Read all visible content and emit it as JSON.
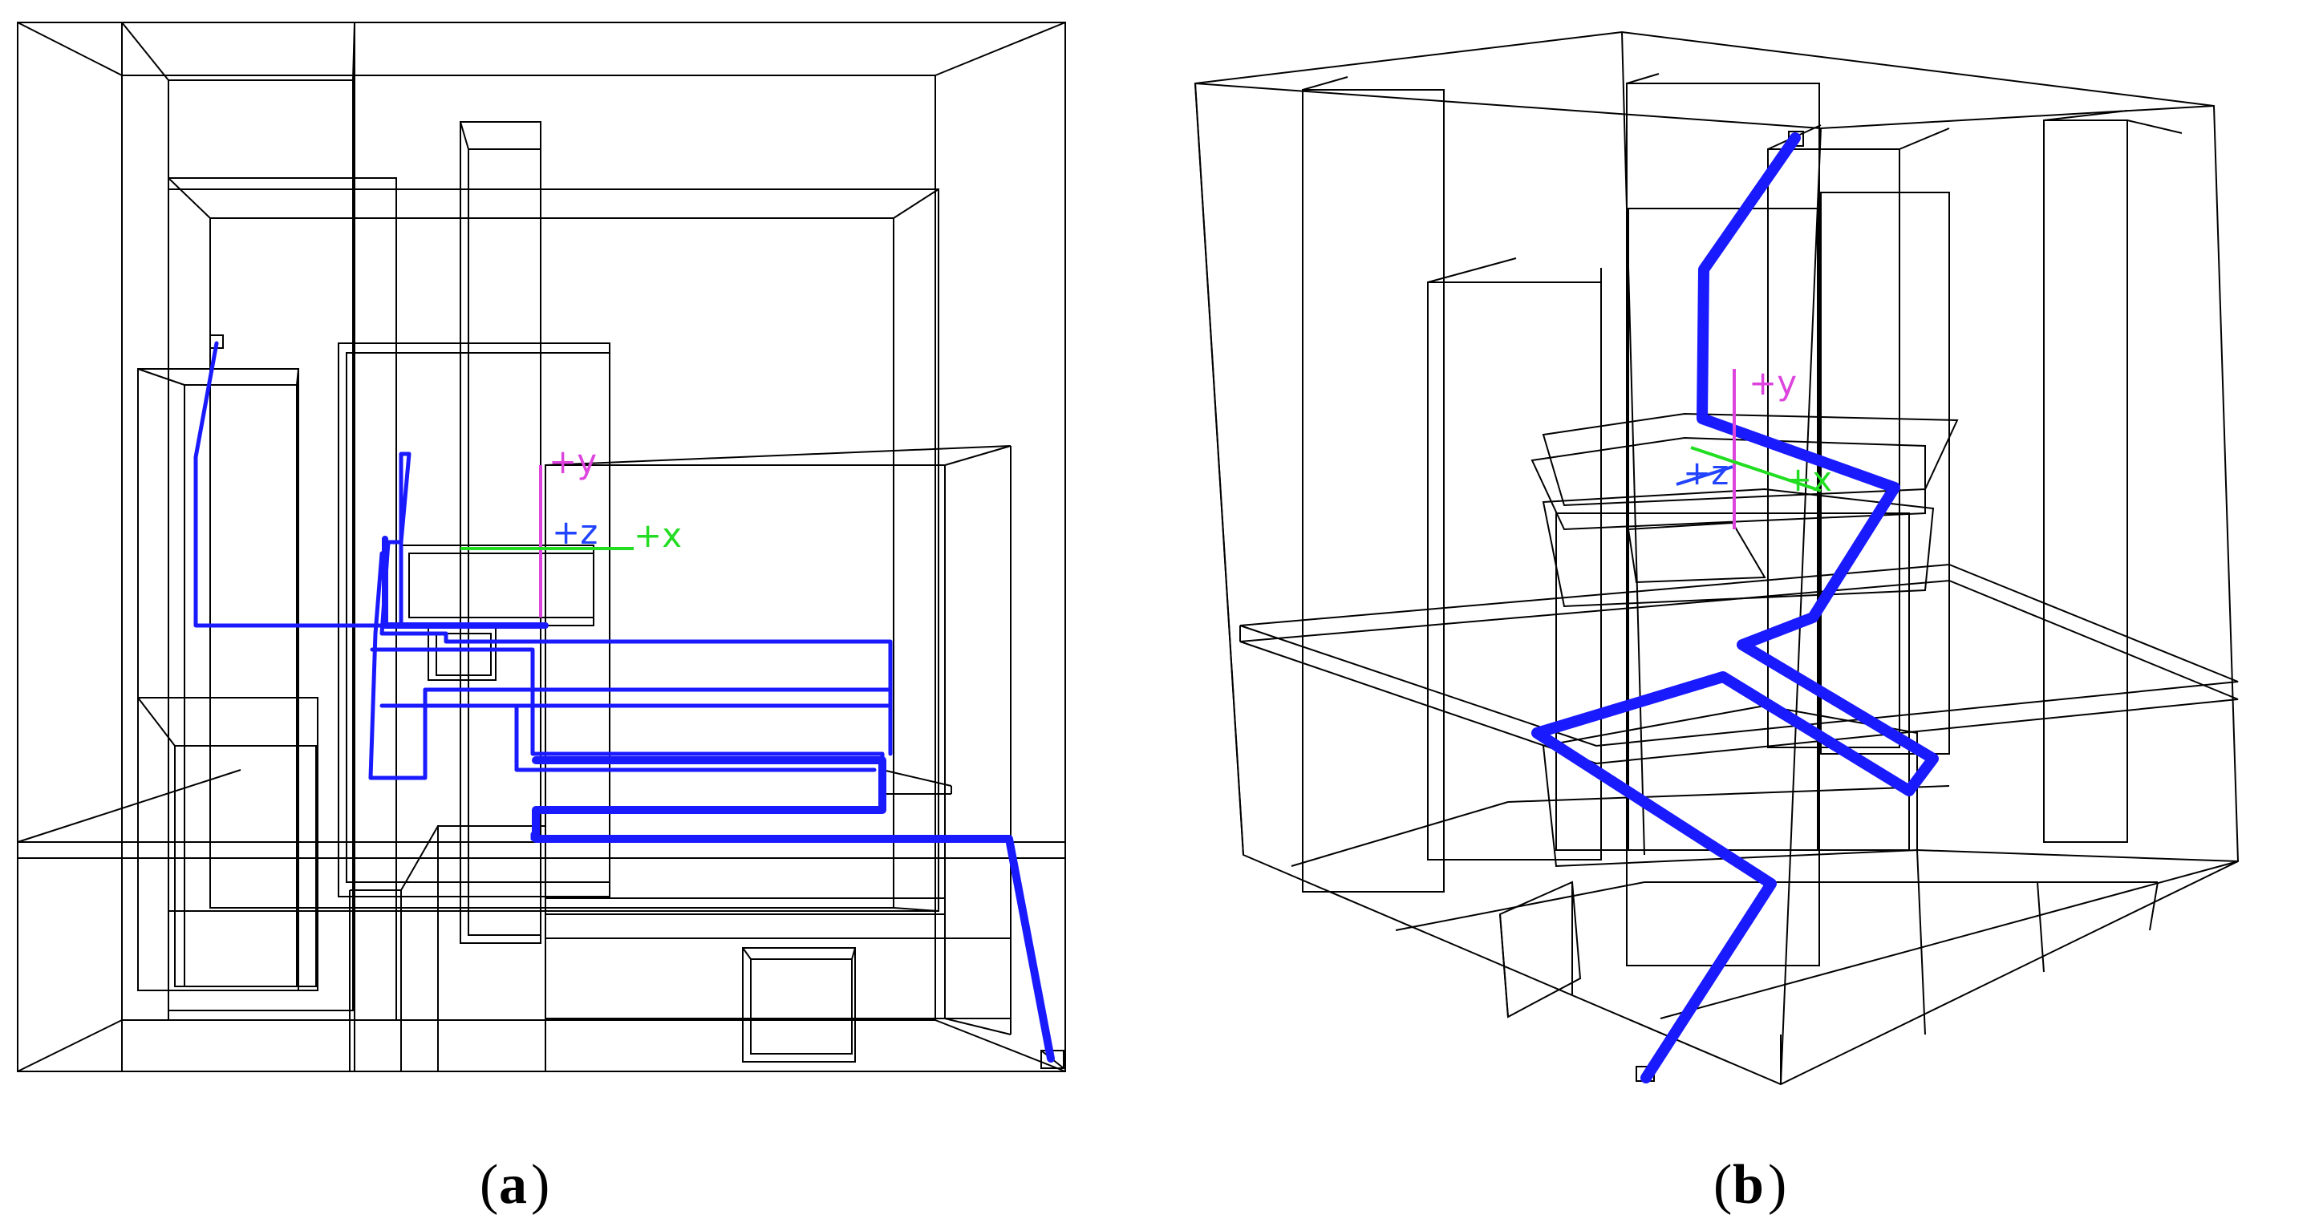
{
  "colors": {
    "background": "#ffffff",
    "wireframe": "#000000",
    "path": "#1a1aff",
    "axis_x": "#22dd22",
    "axis_y": "#dd44dd",
    "axis_z": "#2244ff"
  },
  "panel_a": {
    "caption_letter": "a",
    "axes": {
      "x_label": "+x",
      "y_label": "+y",
      "z_label": "+z"
    }
  },
  "panel_b": {
    "caption_letter": "b",
    "axes": {
      "x_label": "+x",
      "y_label": "+y",
      "z_label": "+z"
    }
  }
}
